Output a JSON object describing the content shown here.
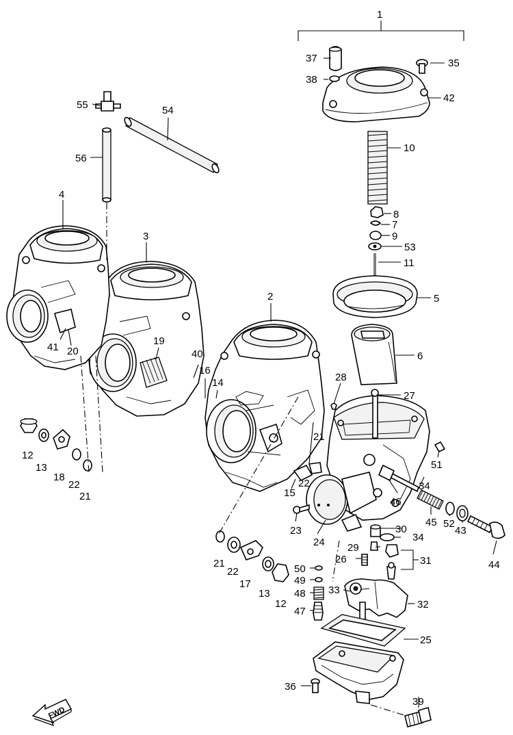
{
  "diagram": {
    "callouts": {
      "c1": "1",
      "c2": "2",
      "c3": "3",
      "c4": "4",
      "c5": "5",
      "c6": "6",
      "c7": "7",
      "c8": "8",
      "c9": "9",
      "c10": "10",
      "c11": "11",
      "c12a": "12",
      "c12b": "12",
      "c13a": "13",
      "c13b": "13",
      "c14": "14",
      "c15": "15",
      "c16": "16",
      "c17": "17",
      "c18": "18",
      "c19": "19",
      "c20": "20",
      "c21a": "21",
      "c21b": "21",
      "c21c": "21",
      "c22a": "22",
      "c22b": "22",
      "c22c": "22",
      "c23": "23",
      "c24": "24",
      "c25": "25",
      "c26": "26",
      "c27": "27",
      "c28": "28",
      "c29": "29",
      "c30": "30",
      "c31": "31",
      "c32": "32",
      "c33": "33",
      "c34": "34",
      "c35": "35",
      "c36": "36",
      "c37": "37",
      "c38": "38",
      "c39": "39",
      "c40": "40",
      "c41": "41",
      "c42": "42",
      "c43": "43",
      "c44": "44",
      "c45": "45",
      "c46": "46",
      "c47": "47",
      "c48": "48",
      "c49": "49",
      "c50": "50",
      "c51": "51",
      "c52": "52",
      "c53": "53",
      "c54": "54",
      "c55": "55",
      "c56": "56"
    },
    "fwd_label": "FWD"
  }
}
